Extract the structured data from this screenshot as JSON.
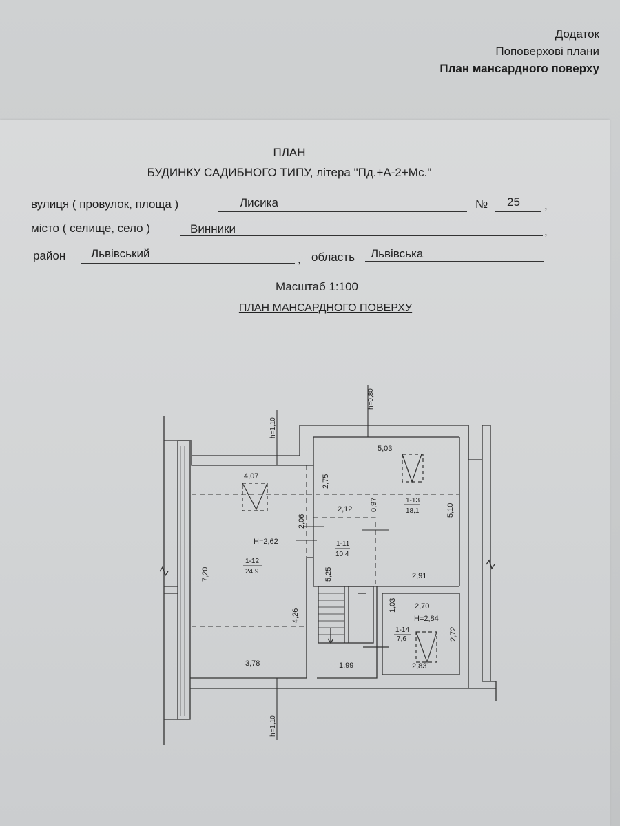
{
  "annex": {
    "line1": "Додаток",
    "line2": "Поповерхові плани",
    "line3": "План мансардного поверху"
  },
  "header": {
    "plan": "ПЛАН",
    "house": "БУДИНКУ САДИБНОГО ТИПУ, літера \"Пд.+А-2+Мс.\""
  },
  "address": {
    "street_label_main": "вулиця",
    "street_label_rest": "( провулок, площа )",
    "street_value": "Лисика",
    "number_label": "№",
    "number_value": "25",
    "city_label_main": "місто",
    "city_label_rest": "( селище, село )",
    "city_value": "Винники",
    "district_label": "район",
    "district_value": "Львівський",
    "region_label": "область",
    "region_value": "Львівська",
    "comma": ","
  },
  "scale": "Масштаб  1:100",
  "floor_title": "ПЛАН МАНСАРДНОГО ПОВЕРХУ",
  "plan": {
    "heights": {
      "top_left": "h=1,10",
      "top_right": "h=0,80",
      "bottom": "h=1,10",
      "room_12": "H=2,62",
      "room_14": "H=2,84"
    },
    "rooms": {
      "r12_no": "1-12",
      "r12_area": "24,9",
      "r11_no": "1-11",
      "r11_area": "10,4",
      "r13_no": "1-13",
      "r13_area": "18,1",
      "r14_no": "1-14",
      "r14_area": "7,6"
    },
    "dims": {
      "d407": "4,07",
      "d275": "2,75",
      "d503": "5,03",
      "d212": "2,12",
      "d097": "0,97",
      "d510": "5,10",
      "d206": "2,06",
      "d720": "7,20",
      "d525": "5,25",
      "d291": "2,91",
      "d426": "4,26",
      "d103": "1,03",
      "d270": "2,70",
      "d272": "2,72",
      "d378": "3,78",
      "d199": "1,99",
      "d283": "2,83"
    }
  }
}
